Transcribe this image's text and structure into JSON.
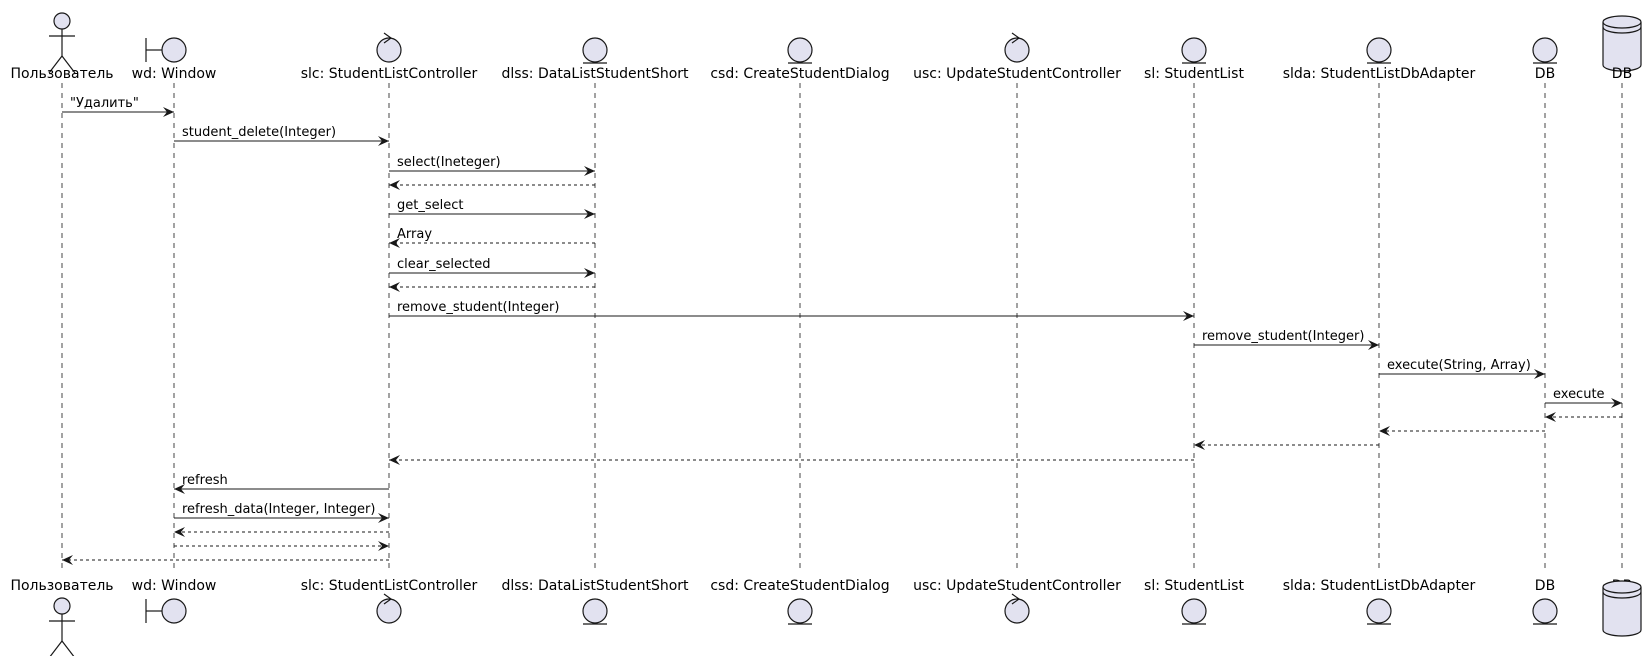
{
  "participants": [
    {
      "id": "user",
      "kind": "actor",
      "label": "Пользователь"
    },
    {
      "id": "wd",
      "kind": "boundary",
      "label": "wd: Window"
    },
    {
      "id": "slc",
      "kind": "control",
      "label": "slc: StudentListController"
    },
    {
      "id": "dlss",
      "kind": "entity",
      "label": "dlss: DataListStudentShort"
    },
    {
      "id": "csd",
      "kind": "entity",
      "label": "csd: CreateStudentDialog"
    },
    {
      "id": "usc",
      "kind": "control",
      "label": "usc: UpdateStudentController"
    },
    {
      "id": "sl",
      "kind": "entity",
      "label": "sl: StudentList"
    },
    {
      "id": "slda",
      "kind": "entity",
      "label": "slda: StudentListDbAdapter"
    },
    {
      "id": "db1",
      "kind": "entity",
      "label": "DB"
    },
    {
      "id": "db2",
      "kind": "database",
      "label": "DB"
    }
  ],
  "messages": [
    {
      "from": "user",
      "to": "wd",
      "label": "\"Удалить\"",
      "style": "sync"
    },
    {
      "from": "wd",
      "to": "slc",
      "label": "student_delete(Integer)",
      "style": "sync"
    },
    {
      "from": "slc",
      "to": "dlss",
      "label": "select(Ineteger)",
      "style": "sync"
    },
    {
      "from": "dlss",
      "to": "slc",
      "label": "",
      "style": "return"
    },
    {
      "from": "slc",
      "to": "dlss",
      "label": "get_select",
      "style": "sync"
    },
    {
      "from": "dlss",
      "to": "slc",
      "label": "Array",
      "style": "return"
    },
    {
      "from": "slc",
      "to": "dlss",
      "label": "clear_selected",
      "style": "sync"
    },
    {
      "from": "dlss",
      "to": "slc",
      "label": "",
      "style": "return"
    },
    {
      "from": "slc",
      "to": "sl",
      "label": "remove_student(Integer)",
      "style": "sync"
    },
    {
      "from": "sl",
      "to": "slda",
      "label": "remove_student(Integer)",
      "style": "sync"
    },
    {
      "from": "slda",
      "to": "db1",
      "label": "execute(String, Array)",
      "style": "sync"
    },
    {
      "from": "db1",
      "to": "db2",
      "label": "execute",
      "style": "sync"
    },
    {
      "from": "db2",
      "to": "db1",
      "label": "",
      "style": "return"
    },
    {
      "from": "db1",
      "to": "slda",
      "label": "",
      "style": "return"
    },
    {
      "from": "slda",
      "to": "sl",
      "label": "",
      "style": "return"
    },
    {
      "from": "sl",
      "to": "slc",
      "label": "",
      "style": "return"
    },
    {
      "from": "slc",
      "to": "wd",
      "label": "refresh",
      "style": "sync"
    },
    {
      "from": "wd",
      "to": "slc",
      "label": "refresh_data(Integer, Integer)",
      "style": "sync"
    },
    {
      "from": "slc",
      "to": "wd",
      "label": "",
      "style": "return"
    },
    {
      "from": "wd",
      "to": "slc",
      "label": "",
      "style": "return"
    },
    {
      "from": "slc",
      "to": "user",
      "label": "",
      "style": "return"
    }
  ],
  "colors": {
    "shape_fill": "#E2E2F0",
    "shape_stroke": "#181818",
    "lifeline": "#181818",
    "text": "#000000"
  }
}
